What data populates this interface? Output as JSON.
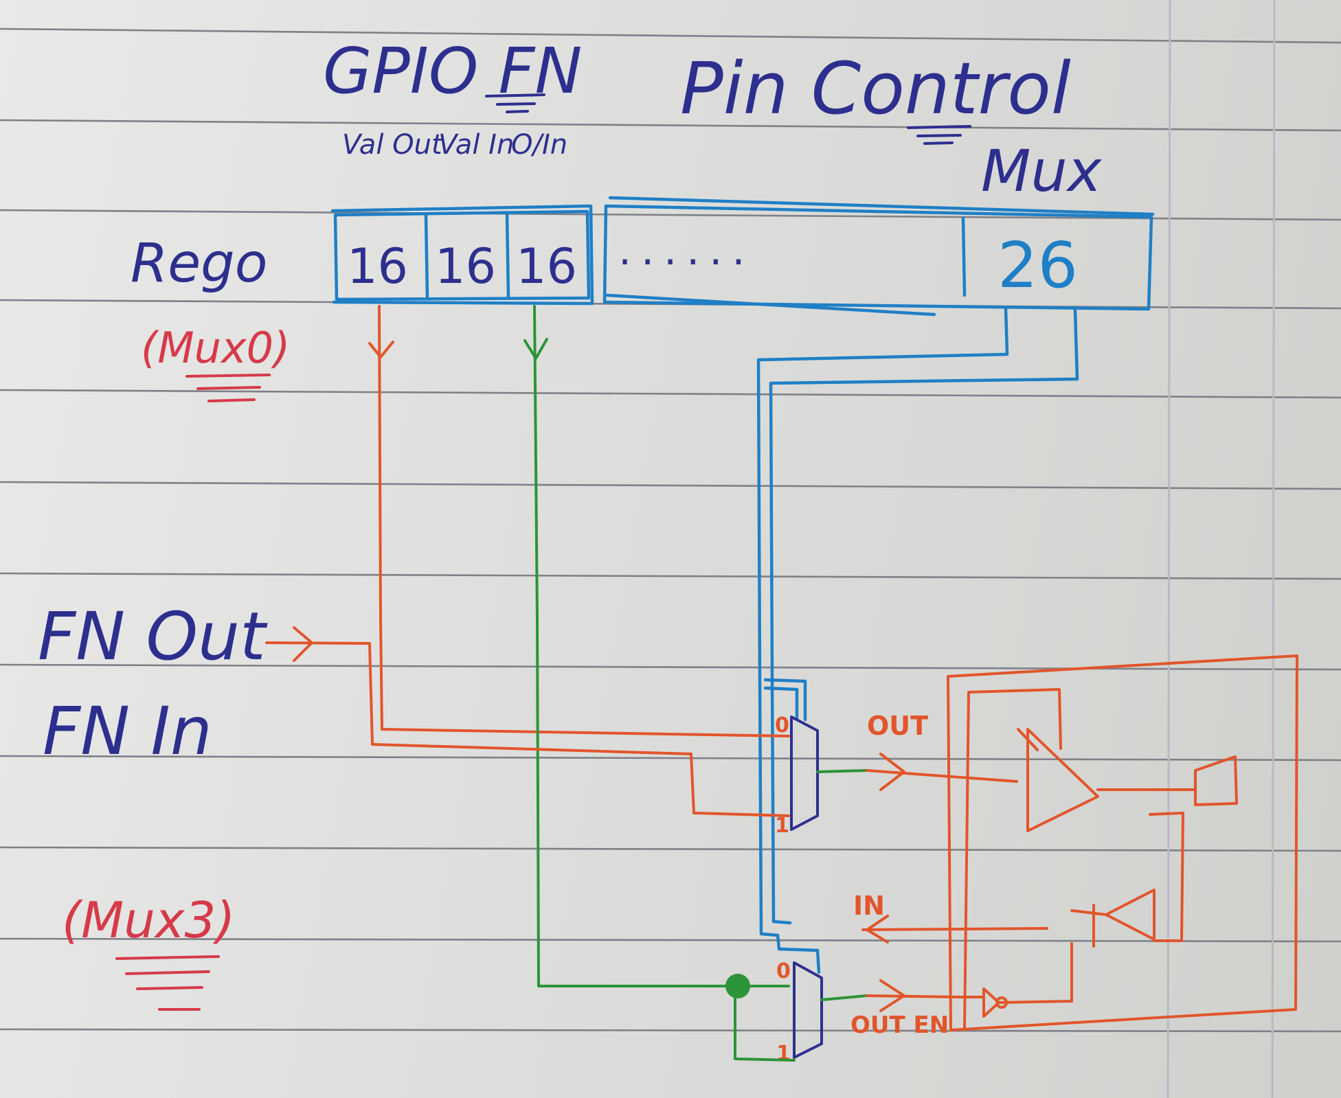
{
  "header": {
    "gpio_fn": "GPIO FN",
    "pin_control": "Pin Control",
    "mux": "Mux"
  },
  "register": {
    "label": "Rego",
    "sublabel": "(Mux0)",
    "field_headers": [
      "Val Out",
      "Val In",
      "O/In"
    ],
    "field_values": [
      "16",
      "16",
      "16"
    ],
    "ellipsis": "......",
    "mux_value": "26"
  },
  "function": {
    "out_label": "FN Out",
    "in_label": "FN In",
    "mux_note": "(Mux3)"
  },
  "mux_inputs": [
    "0",
    "1"
  ],
  "pin_signals": {
    "out": "OUT",
    "in": "IN",
    "out_en": "OUT EN"
  },
  "colors": {
    "register": "#1f7fc6",
    "out_path": "#e2552b",
    "oe_path": "#2c9438",
    "ink": "#2e2f8f",
    "note": "#d63a49"
  }
}
